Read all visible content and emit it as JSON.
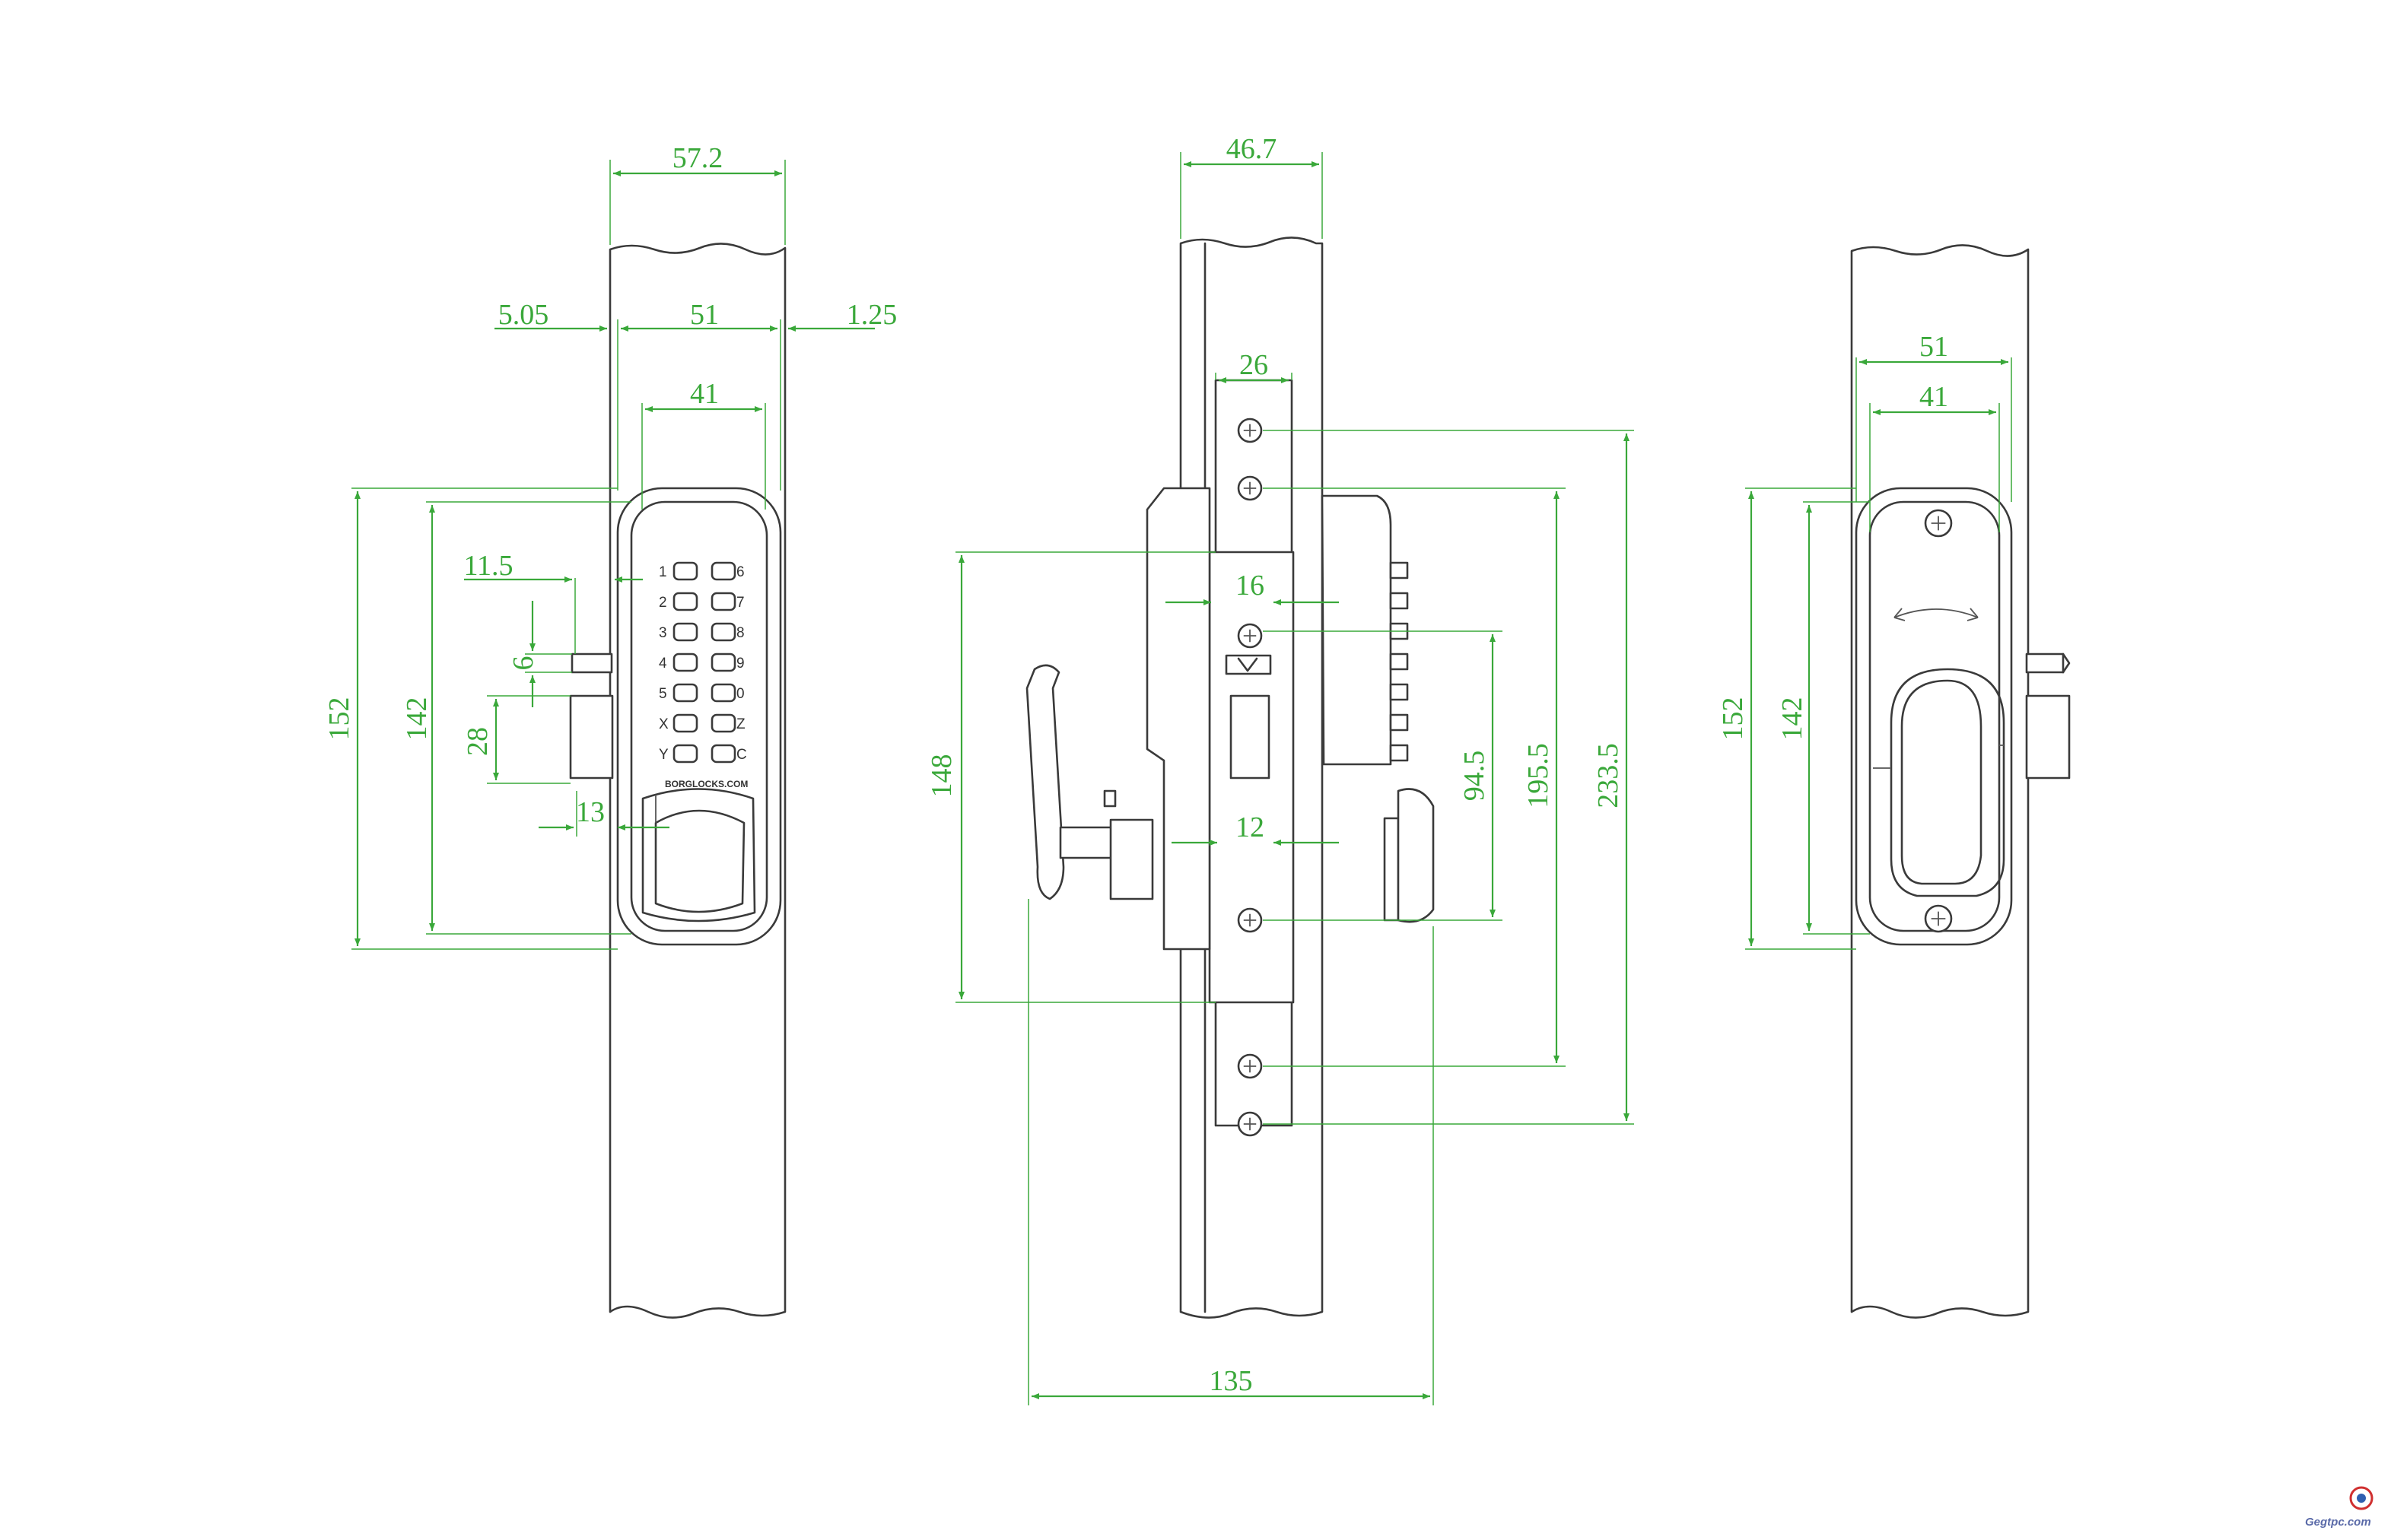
{
  "front_view": {
    "dims": {
      "faceplate_with_stile": "57.2",
      "left_offset": "5.05",
      "inner_width": "51",
      "right_offset": "1.25",
      "keypad_width": "41",
      "latch_projection": "11.5",
      "latch_height": "6",
      "deadbolt_height": "28",
      "handle_offset": "13",
      "outer_height": "152",
      "inner_height": "142"
    },
    "keypad": {
      "keys_left": [
        "1",
        "2",
        "3",
        "4",
        "5",
        "X",
        "Y"
      ],
      "keys_right": [
        "6",
        "7",
        "8",
        "9",
        "0",
        "Z",
        "C"
      ],
      "brand": "BORGLOCKS.COM"
    }
  },
  "side_view": {
    "dims": {
      "stile_width": "46.7",
      "forend_width": "26",
      "backset_16": "16",
      "backset_12": "12",
      "case_height": "148",
      "spindle_to_cylinder": "94.5",
      "inner_fixing": "195.5",
      "outer_fixing": "233.5",
      "overall_depth": "135"
    }
  },
  "back_view": {
    "dims": {
      "inner_width": "51",
      "handle_width": "41",
      "outer_height": "152",
      "inner_height": "142"
    }
  },
  "watermark": "Gegtpc.com",
  "colors": {
    "dimension": "#3aa83a",
    "outline": "#3a3a3a",
    "background": "#ffffff"
  }
}
